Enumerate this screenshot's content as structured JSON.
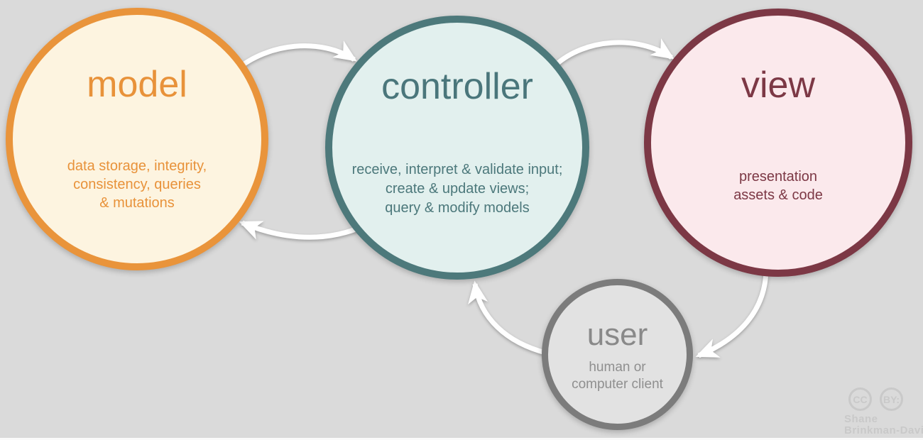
{
  "background": {
    "color": "#DADADA"
  },
  "nodes": {
    "model": {
      "label": "model",
      "body": "data storage, integrity,\nconsistency, queries\n& mutations",
      "border_color": "#E9943B",
      "fill_color": "#FDF4E0",
      "text_color": "#E8923A"
    },
    "controller": {
      "label": "controller",
      "body": "receive, interpret & validate input;\ncreate & update views;\nquery & modify models",
      "border_color": "#4D797B",
      "fill_color": "#E2F0EE",
      "text_color": "#4C787B"
    },
    "view": {
      "label": "view",
      "body": "presentation\nassets & code",
      "border_color": "#7C3845",
      "fill_color": "#FBE9EC",
      "text_color": "#7C3845"
    },
    "user": {
      "label": "user",
      "body": "human or\ncomputer client",
      "border_color": "#7C7C7C",
      "fill_color": "#E2E2E2",
      "text_color": "#898989"
    }
  },
  "edges": [
    {
      "from": "model",
      "to": "controller"
    },
    {
      "from": "controller",
      "to": "view"
    },
    {
      "from": "controller",
      "to": "model"
    },
    {
      "from": "view",
      "to": "user"
    },
    {
      "from": "user",
      "to": "controller"
    }
  ],
  "arrow_color": "#FFFFFF",
  "attribution": {
    "cc_label": "CC",
    "by_label": "BY:",
    "author_line1": "Shane",
    "author_line2": "Brinkman-Davis"
  }
}
